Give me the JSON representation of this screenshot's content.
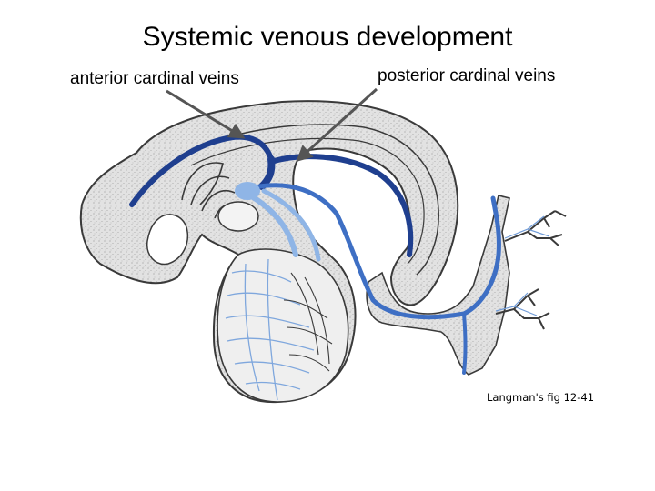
{
  "slide": {
    "title": "Systemic venous development",
    "labels": {
      "anterior": "anterior cardinal veins",
      "posterior": "posterior cardinal veins"
    },
    "caption": "Langman's fig 12-41"
  },
  "colors": {
    "embryo_fill": "#d9d9d9",
    "outline": "#3a3a3a",
    "vein_dark": "#1f3f8f",
    "vein_mid": "#3e6fc4",
    "vein_light": "#8fb5e6",
    "pointer": "#555555"
  }
}
